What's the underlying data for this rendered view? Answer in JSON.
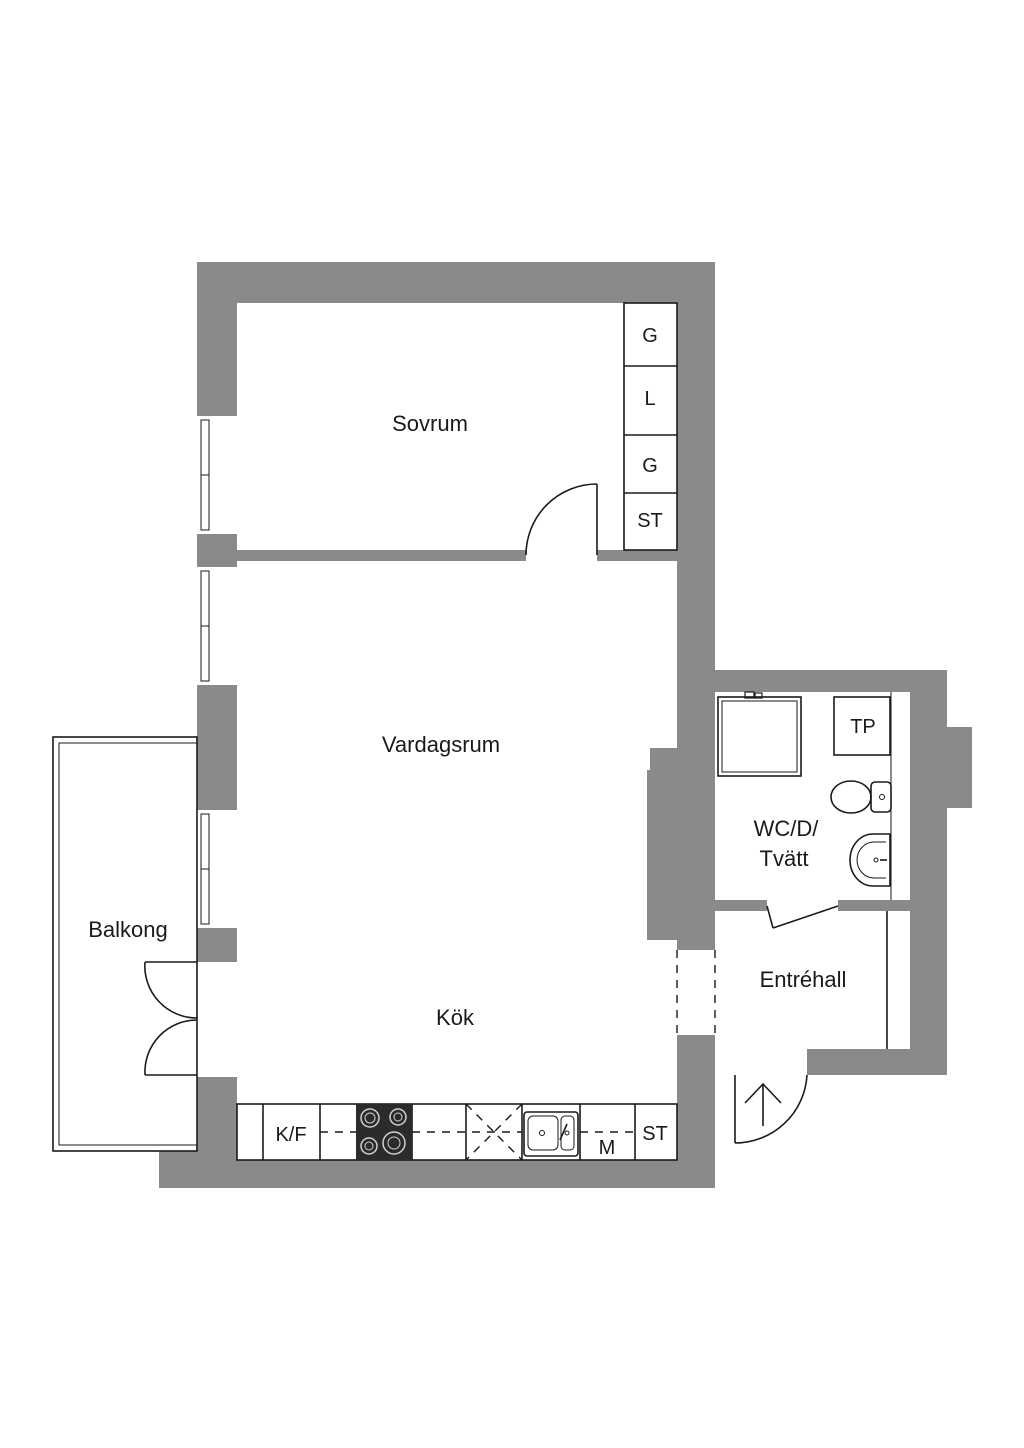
{
  "rooms": {
    "bedroom": "Sovrum",
    "living": "Vardagsrum",
    "kitchen": "Kök",
    "balcony": "Balkong",
    "bathroom_line1": "WC/D/",
    "bathroom_line2": "Tvätt",
    "hall": "Entréhall"
  },
  "closets": {
    "c1": "G",
    "c2": "L",
    "c3": "G",
    "c4": "ST"
  },
  "bath_fixtures": {
    "dryer": "TP"
  },
  "kitchen_units": {
    "fridge": "K/F",
    "microwave": "M",
    "storage": "ST"
  },
  "icons": {
    "entry": "entry-arrow-icon",
    "stove": "stove-icon",
    "sink": "sink-icon",
    "shower": "shower-icon",
    "toilet": "toilet-icon",
    "basin": "washbasin-icon"
  },
  "colors": {
    "wall": "#8a8a8a",
    "line": "#1a1a1a",
    "background": "#ffffff"
  }
}
